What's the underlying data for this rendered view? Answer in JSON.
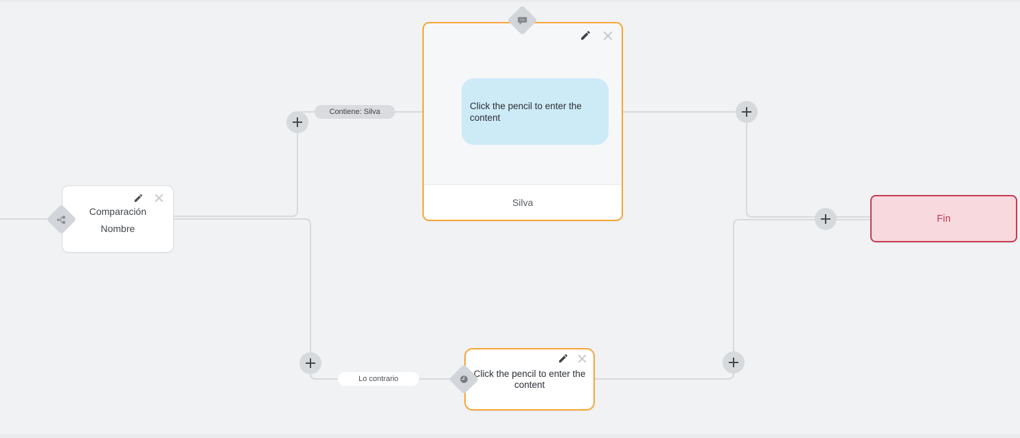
{
  "nodes": {
    "condition": {
      "title": "Comparación",
      "subtitle": "Nombre"
    },
    "message": {
      "body": "Click the pencil to enter the content",
      "footer": "Silva"
    },
    "wait": {
      "body": "Click the pencil to enter the content"
    },
    "end": {
      "label": "Fin"
    }
  },
  "edge_labels": {
    "contains": "Contiene: Silva",
    "otherwise": "Lo contrario"
  },
  "icons": {
    "edit": "pencil-icon",
    "delete": "close-icon",
    "add": "plus-icon",
    "condition_type": "hierarchy-icon",
    "message_type": "chat-bubble-icon",
    "wait_type": "clock-icon"
  },
  "colors": {
    "canvas_bg": "#F0F2F4",
    "edge": "#D7D9DC",
    "node_accent_orange": "#F8A435",
    "bubble_blue": "#CDEAF7",
    "end_bg": "#F7D9DE",
    "end_accent": "#C53B53",
    "pill_gray": "#D9DBDE",
    "handle_gray": "#D2D5D9"
  }
}
